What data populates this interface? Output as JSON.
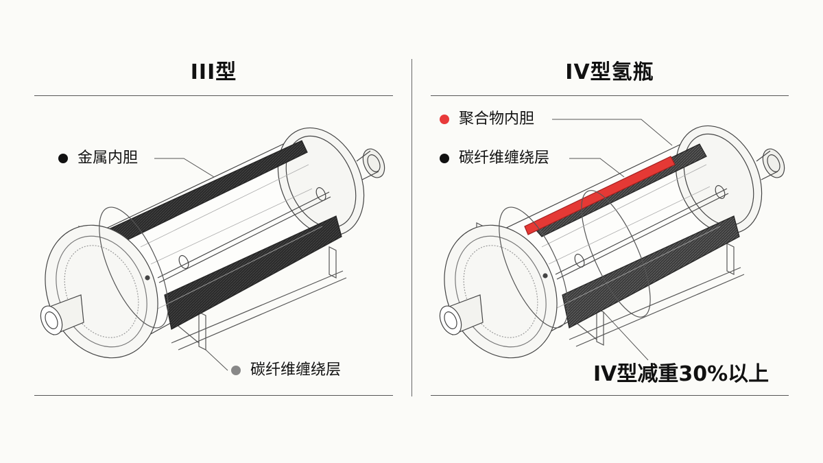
{
  "panels": {
    "left": {
      "title": "III型",
      "labels": {
        "liner": "金属内胆",
        "wrap": "碳纤维缠绕层"
      }
    },
    "right": {
      "title": "IV型氢瓶",
      "labels": {
        "liner": "聚合物内胆",
        "wrap": "碳纤维缠绕层"
      },
      "note": "IV型减重30%以上"
    }
  },
  "colors": {
    "text": "#111111",
    "dot_black": "#111111",
    "dot_gray": "#888888",
    "dot_red": "#e83a3a",
    "accent_red": "#e53935",
    "carbon": "#2c2c2c",
    "line": "#555555"
  },
  "icons": {
    "bullet": "filled-circle"
  }
}
